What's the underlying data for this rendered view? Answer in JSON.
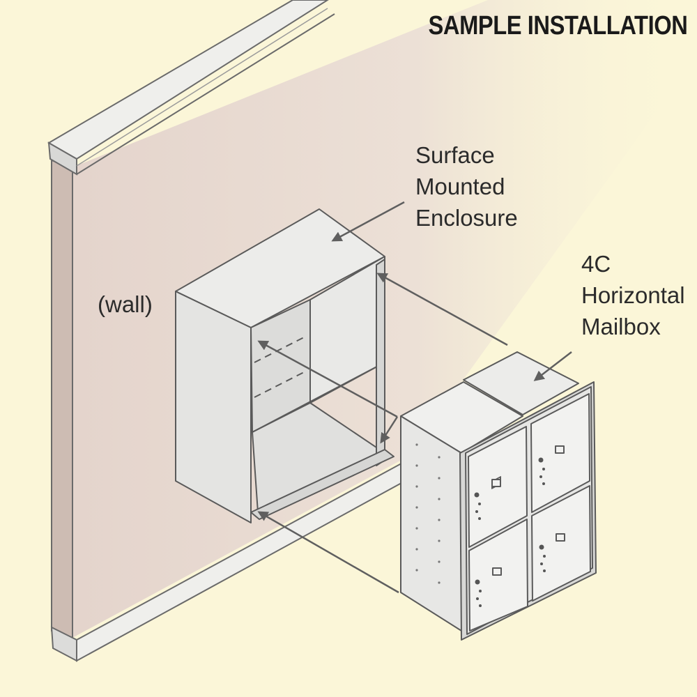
{
  "title": "SAMPLE INSTALLATION",
  "labels": {
    "enclosure": [
      "Surface",
      "Mounted",
      "Enclosure"
    ],
    "mailbox": [
      "4C",
      "Horizontal",
      "Mailbox"
    ],
    "wall": "(wall)"
  },
  "colors": {
    "background": "#fbf6d8",
    "wall": "#e6d8d0",
    "outline": "#5a5a5a",
    "arrow": "#5f5f5f",
    "metal_light": "#f3f3f0",
    "metal_mid": "#e4e4e2",
    "metal_dark": "#d2d2d0"
  }
}
